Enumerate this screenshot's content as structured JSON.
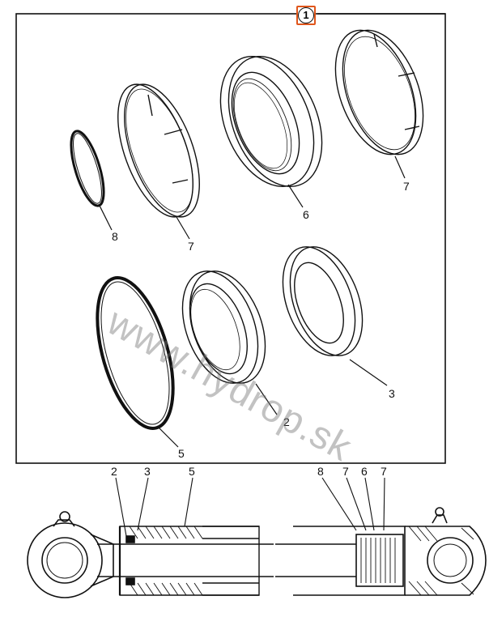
{
  "header": {
    "assembly_ref": "1"
  },
  "parts": {
    "p8": "8",
    "p7a": "7",
    "p6": "6",
    "p7b": "7",
    "p5": "5",
    "p2": "2",
    "p3": "3"
  },
  "section": {
    "left": {
      "c2": "2",
      "c3": "3",
      "c5": "5"
    },
    "right": {
      "c8": "8",
      "c7a": "7",
      "c6": "6",
      "c7b": "7"
    }
  },
  "watermark": "www.hydrop.sk",
  "colors": {
    "badge_border": "#e0561b",
    "line": "#111111"
  }
}
